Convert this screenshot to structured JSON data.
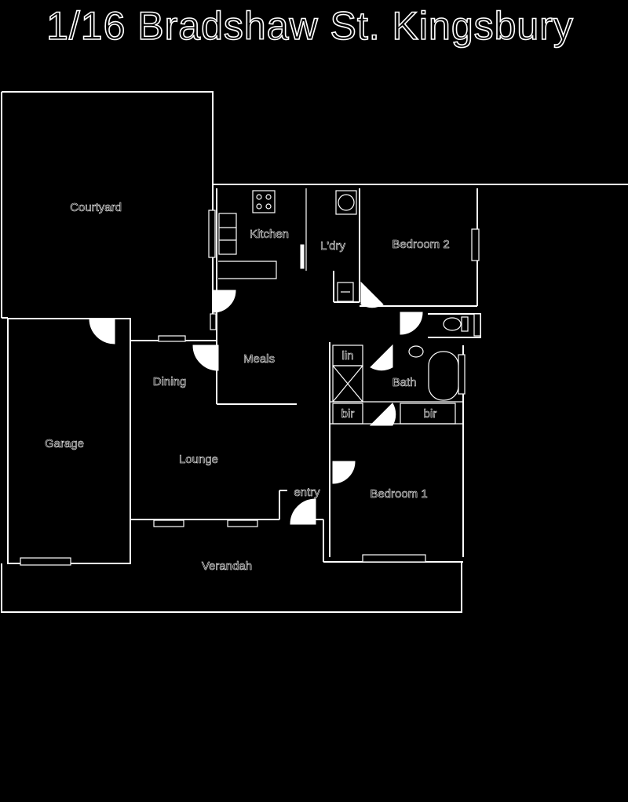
{
  "title": "1/16 Bradshaw St. Kingsbury",
  "rooms": {
    "courtyard": "Courtyard",
    "kitchen": "Kitchen",
    "laundry": "L'dry",
    "bedroom2": "Bedroom 2",
    "meals": "Meals",
    "dining": "Dining",
    "lin": "lin",
    "bath": "Bath",
    "bir_left": "bir",
    "bir_right": "bir",
    "garage": "Garage",
    "lounge": "Lounge",
    "entry": "entry",
    "bedroom1": "Bedroom 1",
    "verandah": "Verandah"
  },
  "colors": {
    "background": "#000000",
    "linework": "#ffffff"
  }
}
